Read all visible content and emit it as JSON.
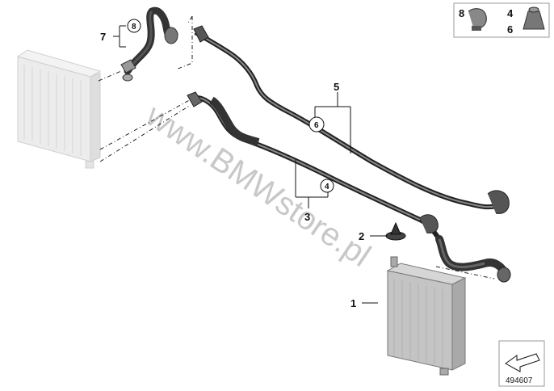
{
  "diagram": {
    "callouts": [
      {
        "id": "c1",
        "text": "1"
      },
      {
        "id": "c2",
        "text": "2"
      },
      {
        "id": "c3",
        "text": "3"
      },
      {
        "id": "c4",
        "text": "4"
      },
      {
        "id": "c5",
        "text": "5"
      },
      {
        "id": "c6",
        "text": "6"
      },
      {
        "id": "c7",
        "text": "7"
      },
      {
        "id": "c8",
        "text": "8"
      }
    ],
    "legend": {
      "a": "8",
      "b": "4",
      "c": "6"
    },
    "watermark": "www.BMWstore.pl",
    "reference": "494607"
  },
  "colors": {
    "hose": "#3a3a3a",
    "metal": "#8a8a8a",
    "cooler": "#bdbdbd",
    "ghost": "#e2e2e2"
  }
}
